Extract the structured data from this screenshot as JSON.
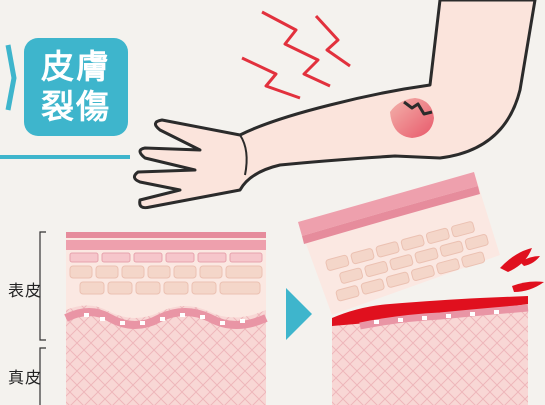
{
  "title": {
    "line1": "皮膚",
    "line2": "裂傷"
  },
  "labels": {
    "epidermis": "表皮",
    "dermis": "真皮"
  },
  "icons": {
    "arrow": "chevron-right-icon",
    "pain": "pain-zigzag-icon",
    "blood": "blood-drop-icon"
  },
  "colors": {
    "accent": "#3eb5cc",
    "skin": "#fbe4dc",
    "layer_pink": "#eea0ad",
    "layer_light": "#f7d3cc",
    "dermis": "#f8d7d5",
    "wound_red": "#e0101e",
    "outline": "#2b2b2b"
  }
}
